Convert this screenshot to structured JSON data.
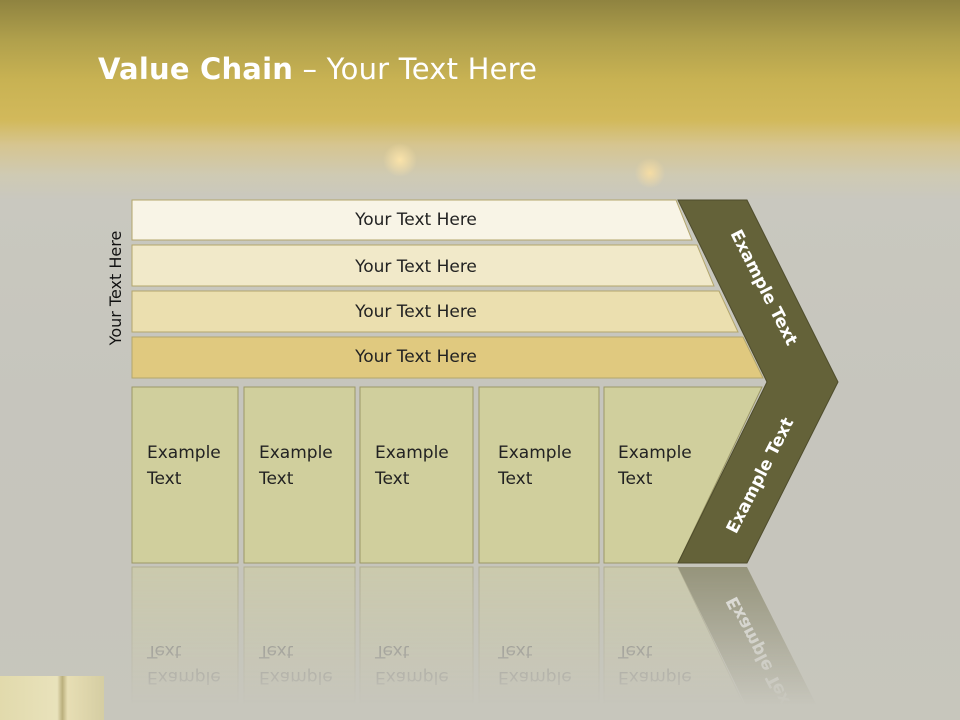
{
  "title": {
    "bold": "Value Chain",
    "rest": " – Your Text Here"
  },
  "side_label": "Your Text Here",
  "support_rows": [
    {
      "label": "Your Text Here"
    },
    {
      "label": "Your Text Here"
    },
    {
      "label": "Your Text Here"
    },
    {
      "label": "Your Text Here"
    }
  ],
  "primary_cells": [
    {
      "line1": "Example",
      "line2": "Text"
    },
    {
      "line1": "Example",
      "line2": "Text"
    },
    {
      "line1": "Example",
      "line2": "Text"
    },
    {
      "line1": "Example",
      "line2": "Text"
    },
    {
      "line1": "Example",
      "line2": "Text"
    }
  ],
  "arrow": {
    "upper": "Example Text",
    "lower": "Example Text"
  },
  "colors": {
    "row1": "#f8f4e6",
    "row2": "#f1e9c9",
    "row3": "#ebdfaf",
    "row4": "#e0c97f",
    "cell": "#d0cf9d",
    "arrow": "#646239"
  }
}
